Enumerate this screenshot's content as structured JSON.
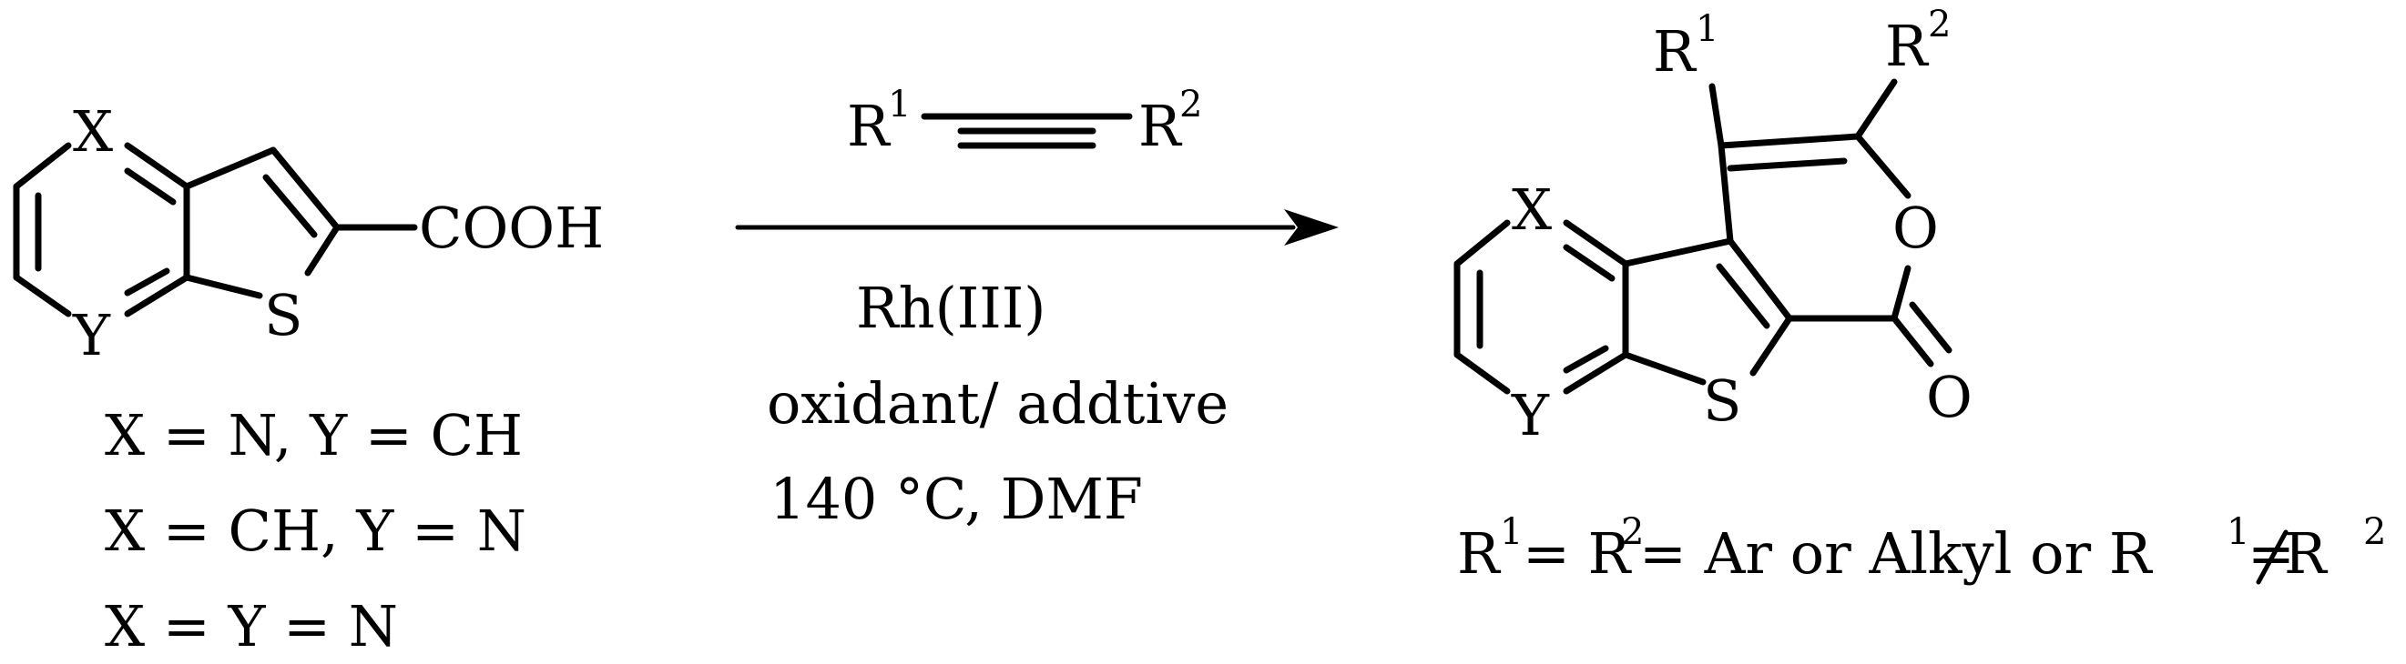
{
  "reactant": {
    "atom_x": "X",
    "atom_y": "Y",
    "atom_s": "S",
    "group": "COOH",
    "cases": [
      "X = N, Y = CH",
      "X = CH, Y = N",
      "X = Y = N"
    ]
  },
  "reagent": {
    "left": "R",
    "left_sup": "1",
    "right": "R",
    "right_sup": "2"
  },
  "conditions": {
    "catalyst": "Rh(III)",
    "additives": "oxidant/ addtive",
    "temp_solvent": "140 °C, DMF"
  },
  "product": {
    "atom_x": "X",
    "atom_y": "Y",
    "atom_s": "S",
    "atom_o_ring": "O",
    "atom_o_carbonyl": "O",
    "r1": "R",
    "r1_sup": "1",
    "r2": "R",
    "r2_sup": "2"
  },
  "legend": {
    "a": "R",
    "a_sup": "1",
    "b": "= R",
    "b_sup": "2",
    "c": " = Ar or Alkyl or R",
    "c_sup": "1",
    "neq": "=",
    "d": " R",
    "d_sup": "2"
  }
}
